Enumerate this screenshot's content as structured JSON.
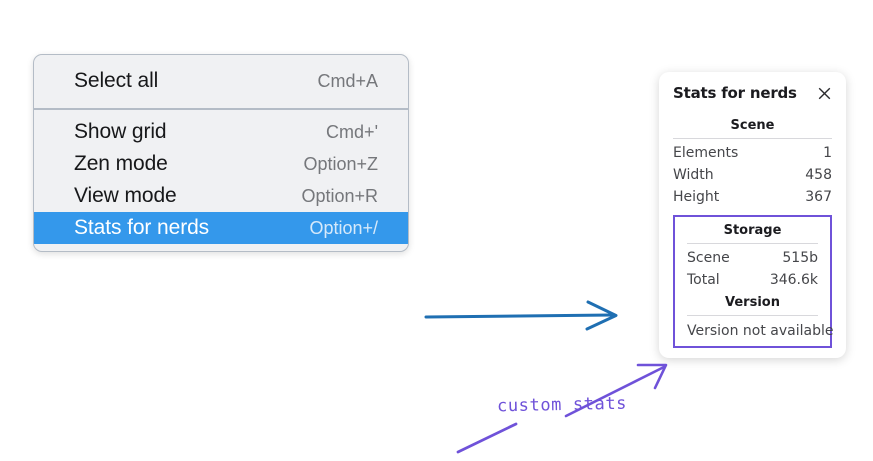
{
  "colors": {
    "menu_background": "#f0f1f3",
    "menu_border": "#b4bcc6",
    "selection_blue": "#3498eb",
    "annotation_purple": "#6f52d9",
    "arrow_blue": "#1f6fb2",
    "panel_background": "#ffffff",
    "canvas_background": "#ffffff"
  },
  "context_menu": {
    "sections": [
      {
        "items": [
          {
            "label": "Select all",
            "shortcut": "Cmd+A",
            "selected": false
          }
        ]
      },
      {
        "items": [
          {
            "label": "Show grid",
            "shortcut": "Cmd+'",
            "selected": false
          },
          {
            "label": "Zen mode",
            "shortcut": "Option+Z",
            "selected": false
          },
          {
            "label": "View mode",
            "shortcut": "Option+R",
            "selected": false
          },
          {
            "label": "Stats for nerds",
            "shortcut": "Option+/",
            "selected": true
          }
        ]
      }
    ]
  },
  "stats_panel": {
    "title": "Stats for nerds",
    "close_icon": "close-icon",
    "scene_section": {
      "title": "Scene",
      "rows": [
        {
          "key": "Elements",
          "value": "1"
        },
        {
          "key": "Width",
          "value": "458"
        },
        {
          "key": "Height",
          "value": "367"
        }
      ]
    },
    "storage_section": {
      "title": "Storage",
      "rows": [
        {
          "key": "Scene",
          "value": "515b"
        },
        {
          "key": "Total",
          "value": "346.6k"
        }
      ]
    },
    "version_section": {
      "title": "Version",
      "text": "Version not available"
    }
  },
  "annotations": {
    "custom_stats_label": "custom stats"
  }
}
